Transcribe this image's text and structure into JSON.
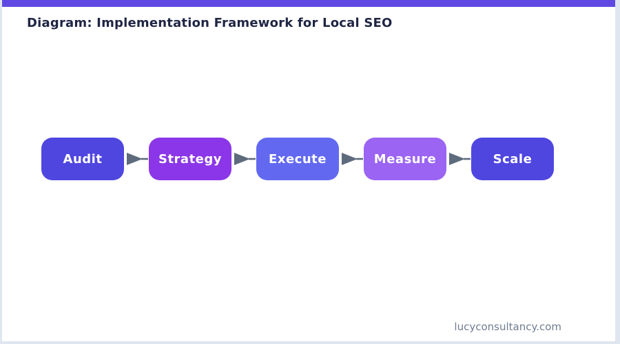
{
  "page": {
    "background_color": "#e0e6ef",
    "card_background": "#ffffff",
    "accent_bar_color": "#5f49e2"
  },
  "header": {
    "title": "Diagram: Implementation Framework for Local SEO",
    "title_color": "#1f2544"
  },
  "flow": {
    "steps": [
      {
        "label": "Audit",
        "color": "#4f46e0"
      },
      {
        "label": "Strategy",
        "color": "#8b36e8"
      },
      {
        "label": "Execute",
        "color": "#6269f0"
      },
      {
        "label": "Measure",
        "color": "#9b64f3"
      },
      {
        "label": "Scale",
        "color": "#4f46e0"
      }
    ],
    "arrow_color": "#5d6b7d"
  },
  "footer": {
    "website": "lucyconsultancy.com",
    "text_color": "#6f7d92"
  }
}
